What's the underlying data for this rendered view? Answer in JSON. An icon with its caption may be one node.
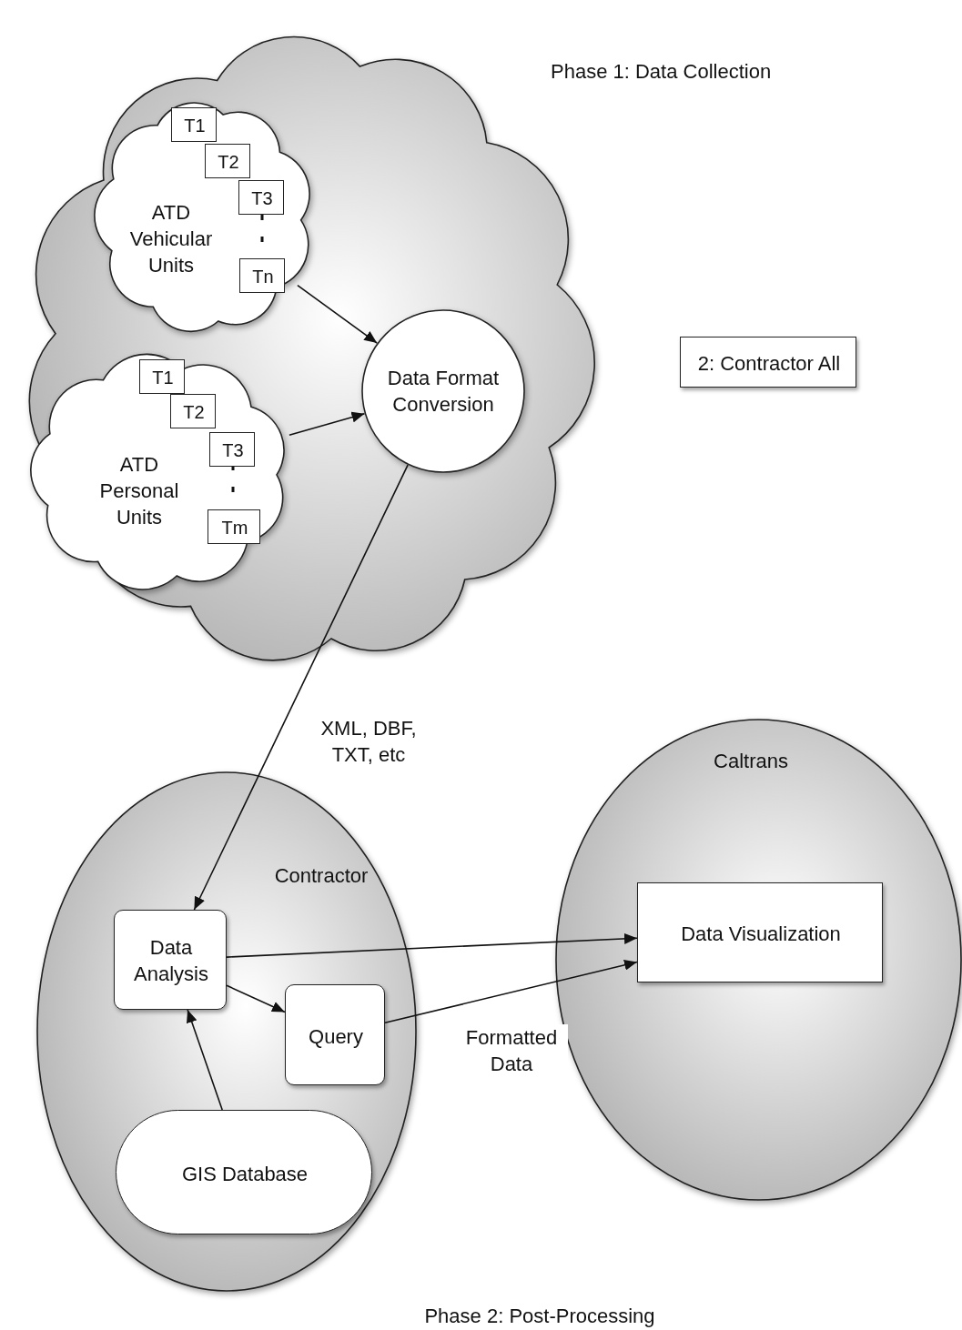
{
  "diagram": {
    "nodes": [
      {
        "text": [],
        "shape": "cloud"
      },
      {
        "text": [
          "ATD Vehicular Units"
        ],
        "in": 0
      },
      {
        "text": [
          "T1"
        ],
        "in": 1
      },
      {
        "text": [
          "T2"
        ],
        "in": 1
      },
      {
        "text": [
          "T3"
        ],
        "in": 1
      },
      {
        "text": [
          "Tn"
        ],
        "in": 1
      },
      {
        "text": [
          "ATD Personal Units"
        ],
        "in": 0
      },
      {
        "text": [
          "T1"
        ],
        "in": 6
      },
      {
        "text": [
          "T2"
        ],
        "in": 6
      },
      {
        "text": [
          "T3"
        ],
        "in": 6
      },
      {
        "text": [
          "Tm"
        ],
        "in": 6
      },
      {
        "text": [
          "Data Format Conversion"
        ],
        "in": 0
      },
      {
        "text": [
          "2: Contractor All"
        ]
      },
      {
        "text": [
          "Contractor"
        ]
      },
      {
        "text": [
          "Data Analysis"
        ],
        "in": 13
      },
      {
        "text": [
          "Query"
        ],
        "in": 13
      },
      {
        "text": [
          "GIS Database"
        ],
        "in": 13
      },
      {
        "text": [
          "Caltrans"
        ]
      },
      {
        "text": [
          "Data Visualization"
        ],
        "in": 17
      }
    ],
    "edges": [
      {
        "from": 1,
        "to": 11,
        "arrow": "to"
      },
      {
        "from": 6,
        "to": 11,
        "arrow": "to"
      },
      {
        "from": 11,
        "to": 14,
        "arrow": "to",
        "label": "XML, DBF, TXT, etc"
      },
      {
        "from": 14,
        "to": 18,
        "arrow": "to"
      },
      {
        "from": 15,
        "to": 18,
        "arrow": "to",
        "label": "Formatted Data"
      },
      {
        "from": 14,
        "to": 15,
        "arrow": "to"
      },
      {
        "from": 16,
        "to": 14,
        "arrow": "to"
      }
    ],
    "labels": [
      "Phase 1: Data Collection",
      "Phase 2: Post-Processing"
    ]
  }
}
